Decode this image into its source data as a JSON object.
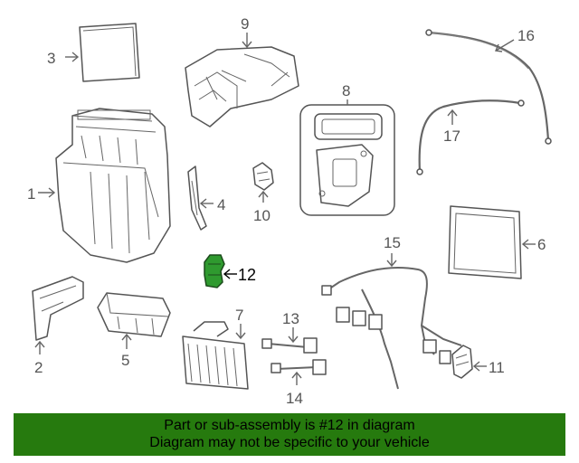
{
  "callouts": {
    "c1": "1",
    "c2": "2",
    "c3": "3",
    "c4": "4",
    "c5": "5",
    "c6": "6",
    "c7": "7",
    "c8": "8",
    "c9": "9",
    "c10": "10",
    "c11": "11",
    "c12": "12",
    "c13": "13",
    "c14": "14",
    "c15": "15",
    "c16": "16",
    "c17": "17"
  },
  "banner": {
    "line1": "Part or sub-assembly is #12 in diagram",
    "line2": "Diagram may not be specific to your vehicle",
    "color": "#267a0e"
  },
  "colors": {
    "highlight_part": "#2f9a2f",
    "outline": "#555555"
  }
}
